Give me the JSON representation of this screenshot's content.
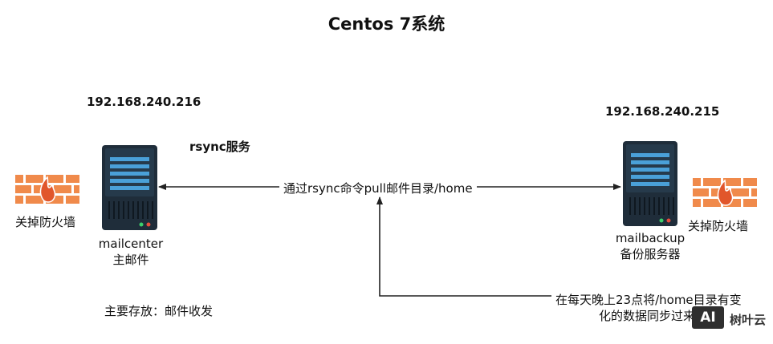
{
  "title": "Centos 7系统",
  "left_server": {
    "ip": "192.168.240.216",
    "service": "rsync服务",
    "name": "mailcenter",
    "role": "主邮件",
    "firewall_label": "关掉防火墙",
    "storage_note": "主要存放：邮件收发"
  },
  "right_server": {
    "ip": "192.168.240.215",
    "name": "mailbackup",
    "role": "备份服务器",
    "firewall_label": "关掉防火墙"
  },
  "arrow_label": "通过rsync命令pull邮件目录/home",
  "schedule_note": [
    "在每天晚上23点将/home目录有变",
    "化的数据同步过来"
  ],
  "watermark": {
    "badge": "AI",
    "text": "树叶云"
  },
  "colors": {
    "firewall": "#f08a4b",
    "server_body": "#1f2d3a",
    "server_slot": "#4aa0d8",
    "arrow": "#222222"
  }
}
